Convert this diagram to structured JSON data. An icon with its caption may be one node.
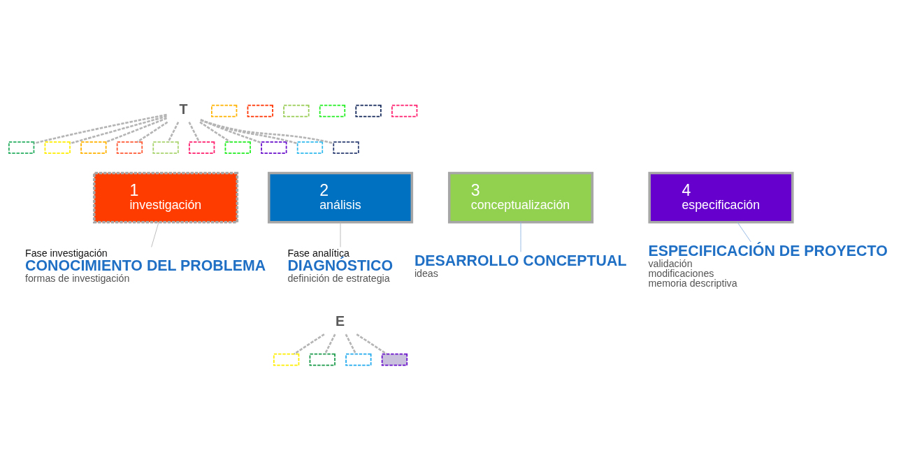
{
  "diagram": {
    "nodes": [
      {
        "text": [
          "T"
        ]
      },
      {
        "text": [],
        "shape": "box"
      },
      {
        "text": [],
        "shape": "box"
      },
      {
        "text": [],
        "shape": "box"
      },
      {
        "text": [],
        "shape": "box"
      },
      {
        "text": [],
        "shape": "box"
      },
      {
        "text": [],
        "shape": "box"
      },
      {
        "text": [],
        "shape": "box"
      },
      {
        "text": [],
        "shape": "box"
      },
      {
        "text": [],
        "shape": "box"
      },
      {
        "text": [],
        "shape": "box"
      },
      {
        "text": [
          "1",
          "investigación"
        ]
      },
      {
        "text": [
          "2",
          "análisis"
        ]
      },
      {
        "text": [
          "3",
          "conceptualización"
        ]
      },
      {
        "text": [
          "4",
          "especificación"
        ]
      },
      {
        "text": [
          "Fase investigación",
          "CONOCIMIENTO DEL PROBLEMA",
          "formas de investigación"
        ]
      },
      {
        "text": [
          "Fase analítica",
          "DIAGNÓSTICO",
          "definición de estrategia"
        ]
      },
      {
        "text": [
          "DESARROLLO CONCEPTUAL",
          "ideas"
        ]
      },
      {
        "text": [
          "ESPECIFICACIÓN DE PROYECTO",
          "validación",
          "modificaciones",
          "memoria descriptiva"
        ]
      },
      {
        "text": [
          "E"
        ]
      },
      {
        "text": [],
        "shape": "box"
      },
      {
        "text": [],
        "shape": "box"
      },
      {
        "text": [],
        "shape": "box"
      },
      {
        "text": [],
        "shape": "box"
      },
      {
        "text": [],
        "shape": "box"
      },
      {
        "text": [],
        "shape": "box"
      },
      {
        "text": [],
        "shape": "box"
      },
      {
        "text": [],
        "shape": "box"
      },
      {
        "text": [],
        "shape": "box"
      },
      {
        "text": [],
        "shape": "box"
      }
    ],
    "edges": [
      {
        "from": 0,
        "to": 1,
        "arrow": "none",
        "style": "dashed"
      },
      {
        "from": 0,
        "to": 2,
        "arrow": "none",
        "style": "dashed"
      },
      {
        "from": 0,
        "to": 3,
        "arrow": "none",
        "style": "dashed"
      },
      {
        "from": 0,
        "to": 4,
        "arrow": "none",
        "style": "dashed"
      },
      {
        "from": 0,
        "to": 5,
        "arrow": "none",
        "style": "dashed"
      },
      {
        "from": 0,
        "to": 6,
        "arrow": "none",
        "style": "dashed"
      },
      {
        "from": 0,
        "to": 7,
        "arrow": "none",
        "style": "dashed"
      },
      {
        "from": 0,
        "to": 8,
        "arrow": "none",
        "style": "dashed"
      },
      {
        "from": 0,
        "to": 9,
        "arrow": "none",
        "style": "dashed"
      },
      {
        "from": 0,
        "to": 10,
        "arrow": "none",
        "style": "dashed"
      },
      {
        "from": 11,
        "to": 15,
        "arrow": "none"
      },
      {
        "from": 12,
        "to": 16,
        "arrow": "none"
      },
      {
        "from": 13,
        "to": 17,
        "arrow": "none",
        "color": "#8db3e2"
      },
      {
        "from": 14,
        "to": 18,
        "arrow": "none",
        "color": "#8db3e2"
      },
      {
        "from": 19,
        "to": 20,
        "arrow": "none",
        "style": "dashed"
      },
      {
        "from": 19,
        "to": 23,
        "arrow": "none",
        "style": "dashed"
      },
      {
        "from": 19,
        "to": 26,
        "arrow": "none",
        "style": "dashed"
      },
      {
        "from": 19,
        "to": 29,
        "arrow": "none",
        "style": "dashed"
      }
    ]
  }
}
